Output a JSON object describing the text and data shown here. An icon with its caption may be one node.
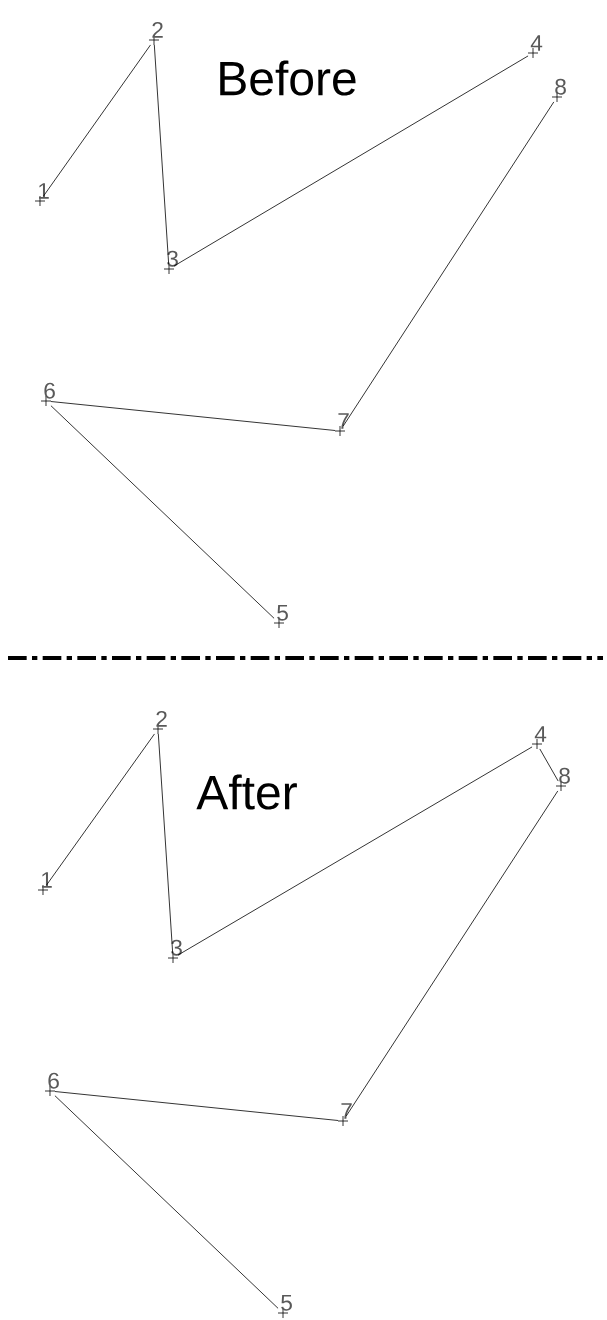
{
  "diagram": {
    "nodes": [
      {
        "text": [
          "1"
        ]
      },
      {
        "text": [
          "2"
        ]
      },
      {
        "text": [
          "3"
        ]
      },
      {
        "text": [
          "4"
        ]
      },
      {
        "text": [
          "5"
        ]
      },
      {
        "text": [
          "6"
        ]
      },
      {
        "text": [
          "7"
        ]
      },
      {
        "text": [
          "8"
        ]
      },
      {
        "text": [
          "1"
        ]
      },
      {
        "text": [
          "2"
        ]
      },
      {
        "text": [
          "3"
        ]
      },
      {
        "text": [
          "4"
        ]
      },
      {
        "text": [
          "5"
        ]
      },
      {
        "text": [
          "6"
        ]
      },
      {
        "text": [
          "7"
        ]
      },
      {
        "text": [
          "8"
        ]
      }
    ],
    "edges": [
      {
        "from": 0,
        "to": 1,
        "arrow": "none"
      },
      {
        "from": 1,
        "to": 2,
        "arrow": "none"
      },
      {
        "from": 2,
        "to": 3,
        "arrow": "none"
      },
      {
        "from": 7,
        "to": 6,
        "arrow": "none"
      },
      {
        "from": 6,
        "to": 5,
        "arrow": "none"
      },
      {
        "from": 5,
        "to": 4,
        "arrow": "none"
      },
      {
        "from": 8,
        "to": 9,
        "arrow": "none"
      },
      {
        "from": 9,
        "to": 10,
        "arrow": "none"
      },
      {
        "from": 10,
        "to": 11,
        "arrow": "none"
      },
      {
        "from": 11,
        "to": 15,
        "arrow": "none"
      },
      {
        "from": 15,
        "to": 14,
        "arrow": "none"
      },
      {
        "from": 14,
        "to": 13,
        "arrow": "none"
      },
      {
        "from": 13,
        "to": 12,
        "arrow": "none"
      }
    ],
    "labels": [
      "Before",
      "After"
    ]
  }
}
